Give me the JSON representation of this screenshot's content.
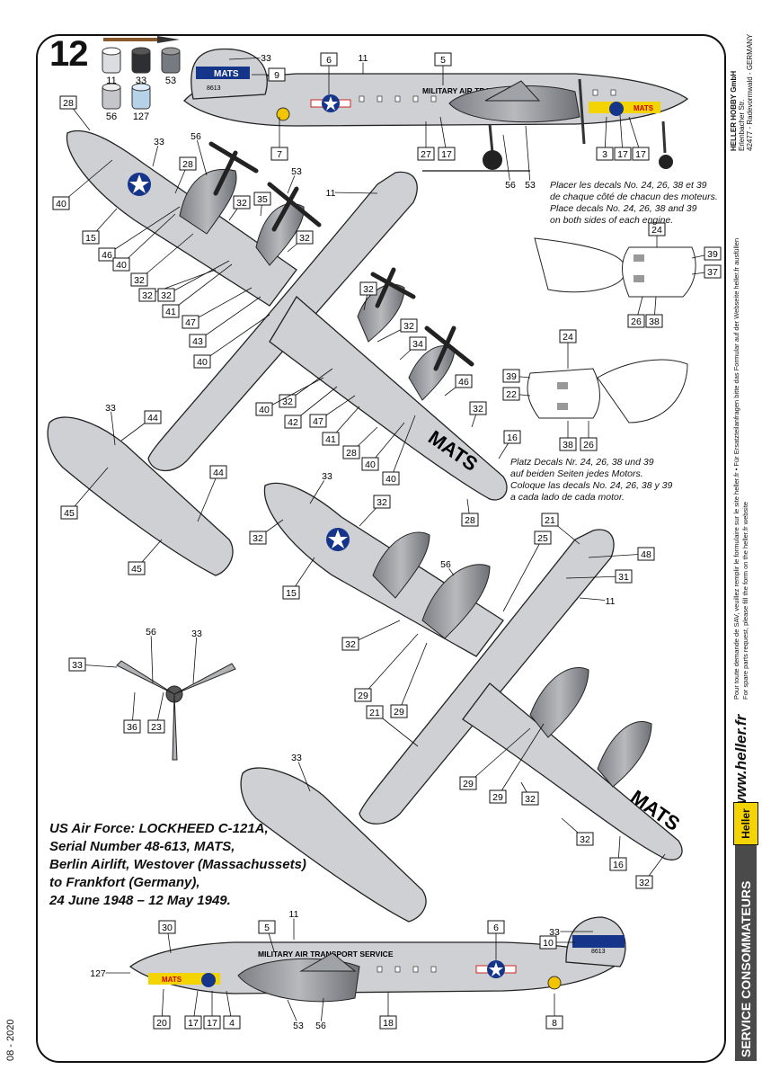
{
  "sheet": {
    "step_number": "12",
    "date_label": "08 - 2020",
    "paint_swatches": [
      "11",
      "33",
      "53",
      "56",
      "127"
    ],
    "caption_lines": [
      "US Air Force: LOCKHEED C-121A,",
      "Serial Number 48-613, MATS,",
      "Berlin Airlift, Westover (Massachussets)",
      "to Frankfort (Germany),",
      "24 June 1948 – 12 May 1949."
    ],
    "engine_note_top": [
      "Placer les decals No. 24, 26, 38 et 39",
      "de chaque côté de chacun des moteurs.",
      "Place decals No. 24, 26, 38 and 39",
      "on both sides of each engine."
    ],
    "engine_note_bottom": [
      "Platz Decals Nr. 24, 26, 38 und 39",
      "auf beiden Seiten jedes Motors.",
      "Coloque las decals No. 24, 26, 38 y 39",
      "a cada lado de cada motor."
    ],
    "aircraft_texts": {
      "fuselage_title": "MILITARY  AIR  TRANSPORT  SERVICE",
      "mats": "MATS",
      "serial": "8613"
    },
    "sidebar": {
      "company": "HELLER HOBBY GmbH",
      "address1": "Erlenbacher Str.",
      "address2": "42477 - Radevormwald - GERMANY",
      "sav_fr": "Pour toute demande de SAV, veuillez remplir le formulaire sur le site heller.fr  •  Für Ersatzteilanfragen bitte das Formular auf der Webseite heller.fr ausfüllen",
      "sav_en": "For spare parts request, please fill the form on the heller.fr website",
      "website": "www.heller.fr",
      "brand": "Heller",
      "service": "SERVICE CONSOMMATEURS"
    }
  },
  "callouts": {
    "top_side": [
      "33",
      "9",
      "6",
      "11",
      "5",
      "7",
      "27",
      "17",
      "3",
      "17",
      "17",
      "56",
      "53"
    ],
    "top_view": [
      "28",
      "33",
      "56",
      "28",
      "53",
      "11",
      "40",
      "15",
      "46",
      "40",
      "32",
      "32",
      "32",
      "41",
      "47",
      "43",
      "40",
      "32",
      "35",
      "32",
      "32",
      "32",
      "34",
      "32",
      "40",
      "42",
      "47",
      "41",
      "28",
      "46",
      "32",
      "40",
      "40",
      "16",
      "28"
    ],
    "tailplane": [
      "33",
      "44",
      "45",
      "44",
      "45"
    ],
    "engine_top": [
      "24",
      "39",
      "37",
      "26",
      "38"
    ],
    "engine_bottom": [
      "24",
      "39",
      "22",
      "38",
      "26"
    ],
    "bottom_view": [
      "33",
      "32",
      "32",
      "15",
      "21",
      "25",
      "48",
      "56",
      "31",
      "11",
      "32",
      "29",
      "29",
      "21",
      "29",
      "29",
      "32",
      "32",
      "16",
      "32",
      "33"
    ],
    "propeller": [
      "56",
      "33",
      "33",
      "36",
      "23"
    ],
    "bottom_side": [
      "11",
      "5",
      "6",
      "33",
      "10",
      "30",
      "127",
      "20",
      "17",
      "17",
      "4",
      "53",
      "56",
      "18",
      "8"
    ]
  }
}
